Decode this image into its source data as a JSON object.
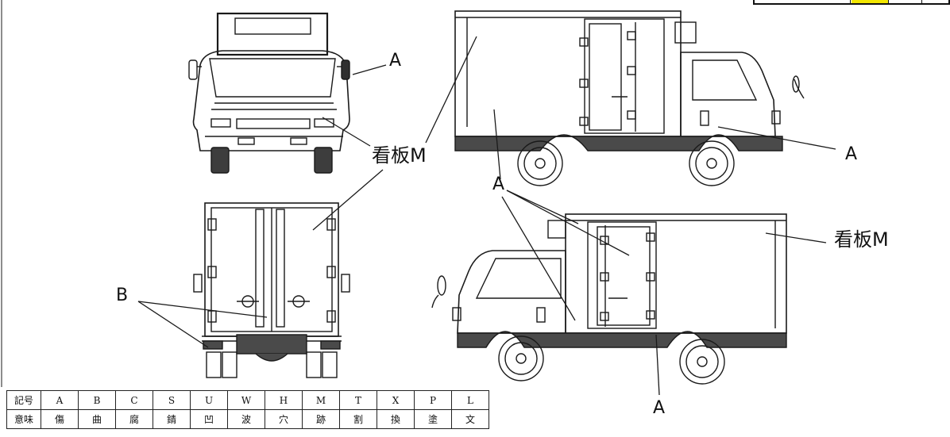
{
  "labels": {
    "front_a": "A",
    "center_signboard": "看板M",
    "side_top_a": "A",
    "middle_a": "A",
    "side_bottom_signboard": "看板M",
    "rear_b": "B",
    "bottom_a": "A"
  },
  "legend": {
    "row_symbol": {
      "header": "記号",
      "cells": [
        "A",
        "B",
        "C",
        "S",
        "U",
        "W",
        "H",
        "M",
        "T",
        "X",
        "P",
        "L"
      ]
    },
    "row_meaning": {
      "header": "意味",
      "cells": [
        "傷",
        "曲",
        "腐",
        "錆",
        "凹",
        "波",
        "穴",
        "跡",
        "割",
        "換",
        "塗",
        "文"
      ]
    }
  },
  "colors": {
    "line": "#1a1a1a",
    "chassis": "#4a4a4a",
    "highlight": "#f2e600"
  }
}
